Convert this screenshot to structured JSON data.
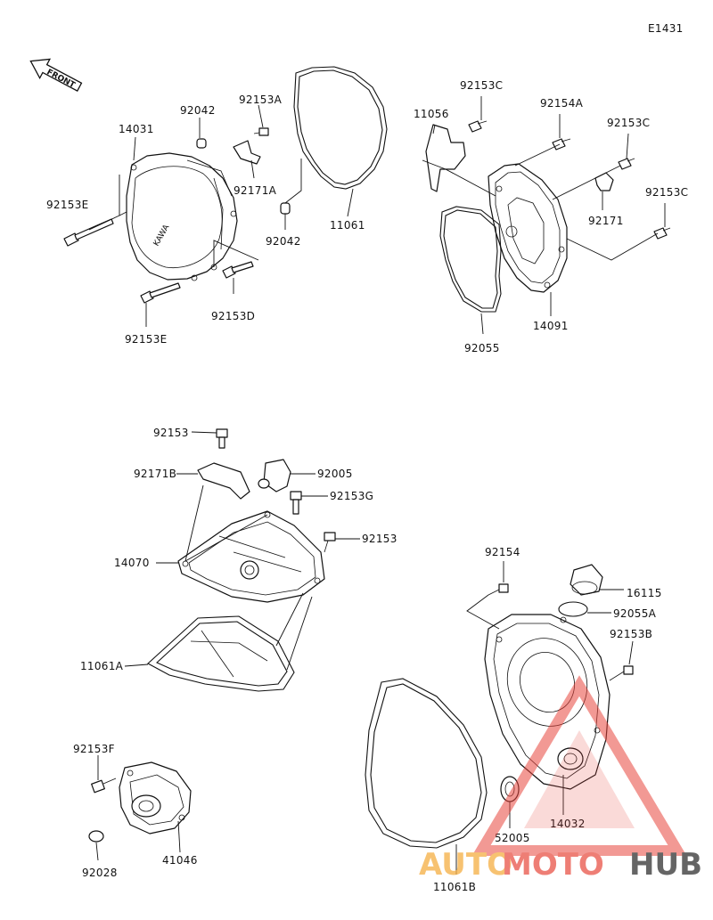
{
  "ref_code": "E1431",
  "front_label": "FRONT",
  "parts": {
    "p14031": "14031",
    "p92042_top": "92042",
    "p92153A": "92153A",
    "p92171A": "92171A",
    "p92153E_top": "92153E",
    "p92153D": "92153D",
    "p92153E_bot": "92153E",
    "p92042_mid": "92042",
    "p11061": "11061",
    "p92153C_a": "92153C",
    "p11056": "11056",
    "p92154A": "92154A",
    "p92153C_b": "92153C",
    "p92171": "92171",
    "p92153C_c": "92153C",
    "p92055": "92055",
    "p14091": "14091",
    "p92153_a": "92153",
    "p92171B": "92171B",
    "p92005": "92005",
    "p92153G": "92153G",
    "p92153_b": "92153",
    "p14070": "14070",
    "p11061A": "11061A",
    "p92154": "92154",
    "p16115": "16115",
    "p92055A": "92055A",
    "p92153B": "92153B",
    "p92153F": "92153F",
    "p92028": "92028",
    "p41046": "41046",
    "p52005": "52005",
    "p14032": "14032",
    "p11061B": "11061B"
  },
  "watermark": {
    "part1": "AUTO",
    "part2": "MOTO",
    "part3": "HUB",
    "color_auto": "#f5b24a",
    "color_moto": "#ea5b4f",
    "color_hub": "#3b3b3b",
    "triangle_color": "#e8453c"
  }
}
